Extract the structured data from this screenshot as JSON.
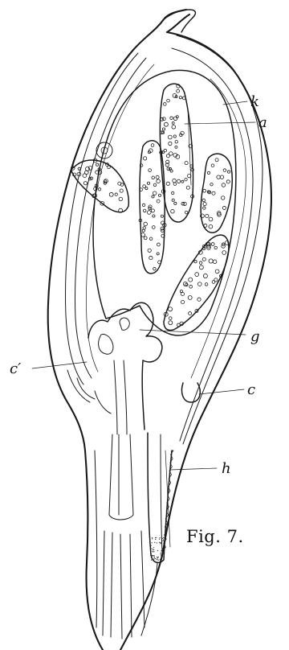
{
  "figure": {
    "caption": "Fig. 7.",
    "labels": {
      "k": "k",
      "a": "a",
      "c_prime": "c′",
      "g": "g",
      "c": "c",
      "h": "h"
    }
  }
}
